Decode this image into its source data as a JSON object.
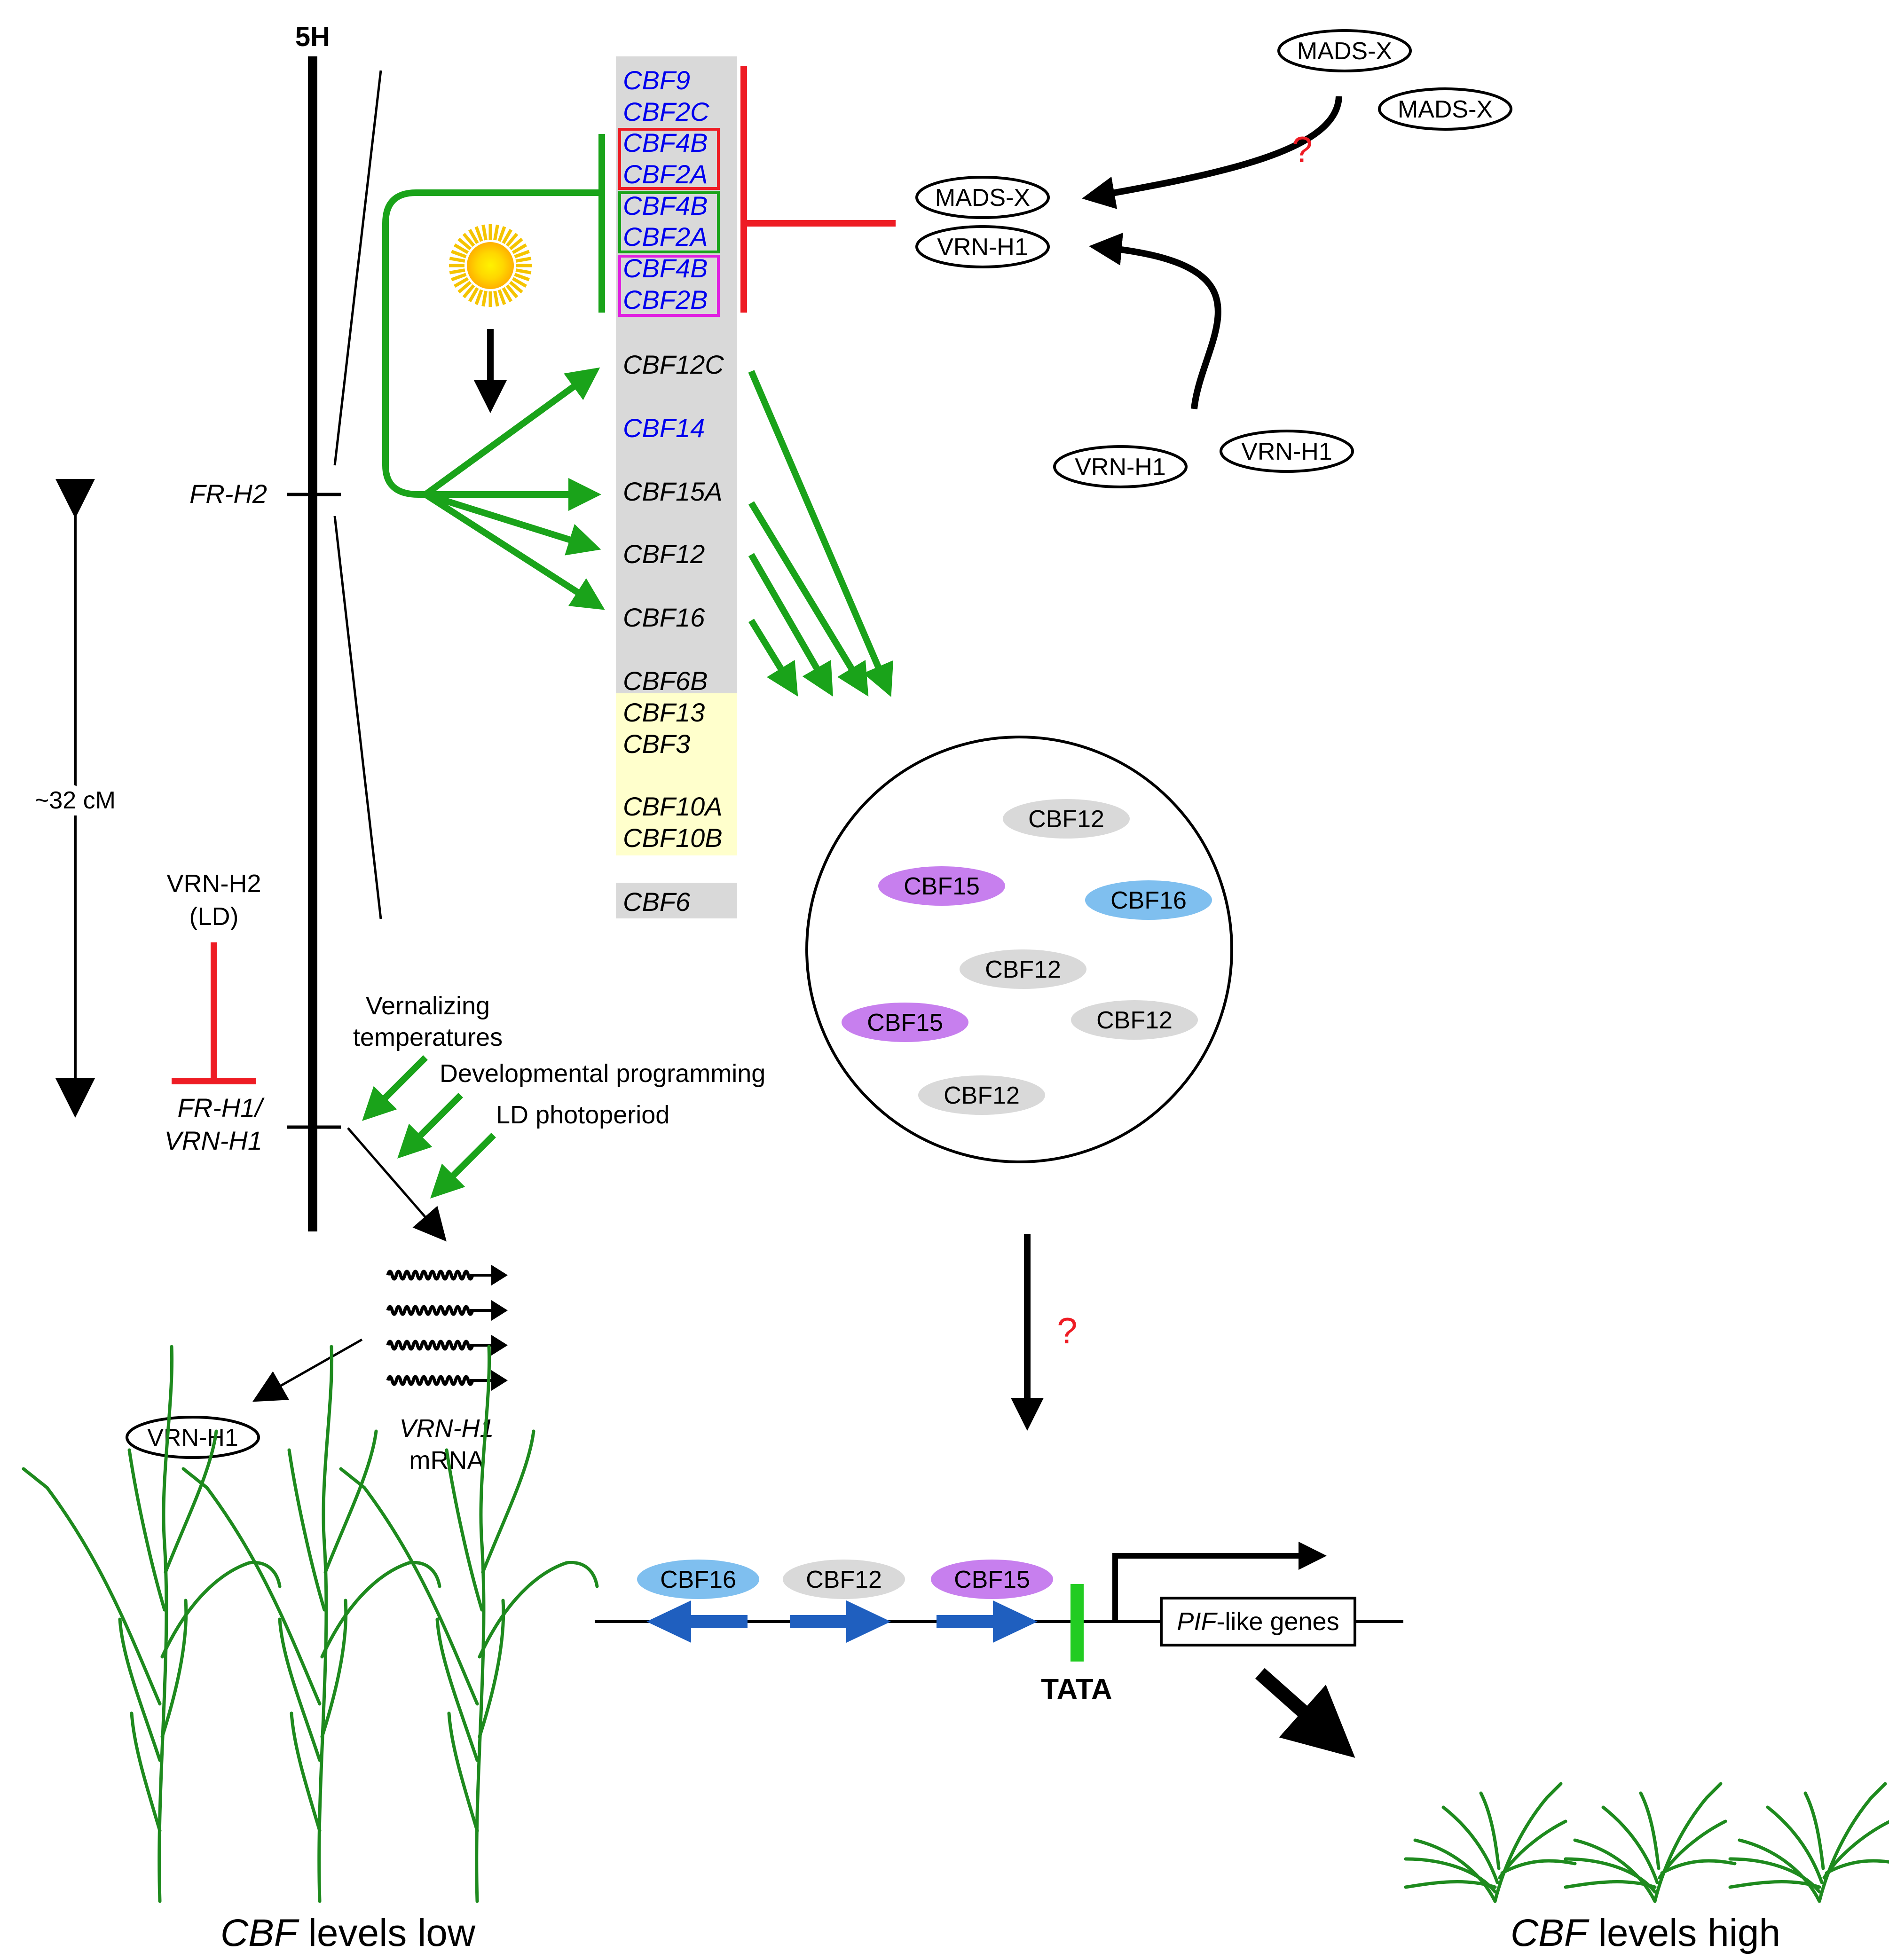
{
  "chromosome": {
    "label": "5H",
    "locus_fr_h2": "FR-H2",
    "locus_fr_h1": "FR-H1/",
    "locus_vrn_h1": "VRN-H1",
    "distance": "~32 cM"
  },
  "cbf_cluster": [
    {
      "name": "CBF9",
      "color": "#0000ee"
    },
    {
      "name": "CBF2C",
      "color": "#0000ee"
    },
    {
      "name": "CBF4B",
      "color": "#0000ee"
    },
    {
      "name": "CBF2A",
      "color": "#0000ee"
    },
    {
      "name": "CBF4B",
      "color": "#0000ee"
    },
    {
      "name": "CBF2A",
      "color": "#0000ee"
    },
    {
      "name": "CBF4B",
      "color": "#0000ee"
    },
    {
      "name": "CBF2B",
      "color": "#0000ee"
    },
    {
      "name": "CBF12C",
      "color": "#000000"
    },
    {
      "name": "CBF14",
      "color": "#0000ee"
    },
    {
      "name": "CBF15A",
      "color": "#000000"
    },
    {
      "name": "CBF12",
      "color": "#000000"
    },
    {
      "name": "CBF16",
      "color": "#000000"
    },
    {
      "name": "CBF6B",
      "color": "#000000"
    },
    {
      "name": "CBF13",
      "color": "#000000"
    },
    {
      "name": "CBF3",
      "color": "#000000"
    },
    {
      "name": "CBF10A",
      "color": "#000000"
    },
    {
      "name": "CBF10B",
      "color": "#000000"
    },
    {
      "name": "CBF6",
      "color": "#000000"
    }
  ],
  "regulators": {
    "mads_x": "MADS-X",
    "vrn_h1_protein": "VRN-H1",
    "vrn_h2": "VRN-H2",
    "ld": "(LD)",
    "question": "?"
  },
  "signals": {
    "vernalizing_1": "Vernalizing",
    "vernalizing_2": "temperatures",
    "developmental": "Developmental programming",
    "ld_photoperiod": "LD photoperiod"
  },
  "mrna": {
    "gene": "VRN-H1",
    "label": "mRNA"
  },
  "nucleus_proteins": [
    {
      "name": "CBF12",
      "color": "#d9d9d9"
    },
    {
      "name": "CBF15",
      "color": "#c77fee"
    },
    {
      "name": "CBF16",
      "color": "#7fbfef"
    },
    {
      "name": "CBF12",
      "color": "#d9d9d9"
    },
    {
      "name": "CBF15",
      "color": "#c77fee"
    },
    {
      "name": "CBF12",
      "color": "#d9d9d9"
    },
    {
      "name": "CBF12",
      "color": "#d9d9d9"
    }
  ],
  "promoter": {
    "binders": [
      {
        "name": "CBF16",
        "color": "#7fbfef"
      },
      {
        "name": "CBF12",
        "color": "#d9d9d9"
      },
      {
        "name": "CBF15",
        "color": "#c77fee"
      }
    ],
    "tata": "TATA",
    "target_italic": "PIF",
    "target_rest": "-like genes"
  },
  "outcome": {
    "low_italic": "CBF",
    "low_rest": " levels low",
    "high_italic": "CBF",
    "high_rest": " levels high"
  },
  "colors": {
    "activation": "#1aa31a",
    "repression": "#ee1c24",
    "cluster_gray": "#d9d9d9",
    "cluster_yellow": "#ffffcc",
    "cis_arrow": "#1f5fbf",
    "plant": "#1e8a1e",
    "question": "#ee1c24"
  }
}
